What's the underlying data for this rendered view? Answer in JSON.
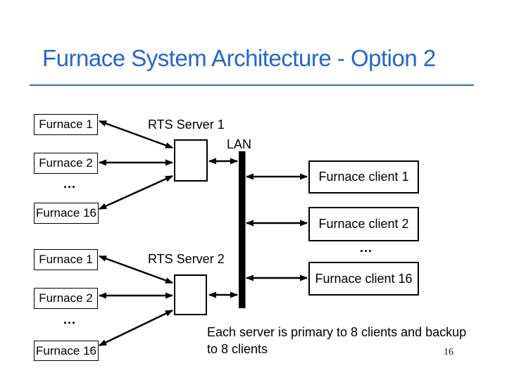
{
  "slide": {
    "title": "Furnace System Architecture - Option 2",
    "page_number": "16",
    "note_lines": [
      "Each server is primary to 8 clients and backup",
      "to 8 clients"
    ]
  },
  "diagram": {
    "lan_label": "LAN",
    "ellipsis": "...",
    "server_groups": [
      {
        "server_label": "RTS Server 1",
        "furnaces": [
          "Furnace 1",
          "Furnace 2",
          "Furnace 16"
        ]
      },
      {
        "server_label": "RTS Server 2",
        "furnaces": [
          "Furnace 1",
          "Furnace 2",
          "Furnace 16"
        ]
      }
    ],
    "clients": [
      "Furnace client 1",
      "Furnace client 2",
      "Furnace client 16"
    ]
  },
  "colors": {
    "title": "#2366CE",
    "underline": "#2F6E9E",
    "diagram_line": "#000000"
  }
}
